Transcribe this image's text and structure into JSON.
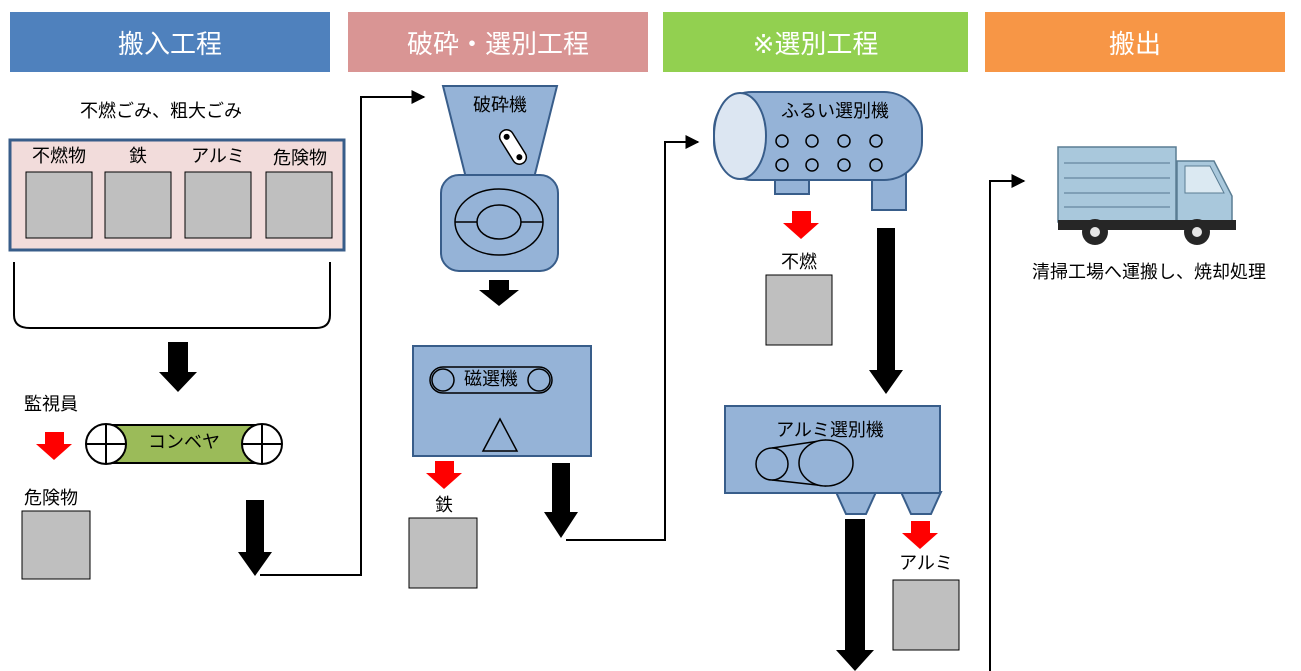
{
  "headers": [
    {
      "label": "搬入工程",
      "color": "#4f81bd"
    },
    {
      "label": "破砕・選別工程",
      "color": "#d99594"
    },
    {
      "label": "※選別工程",
      "color": "#92d050"
    },
    {
      "label": "搬出",
      "color": "#f79646"
    }
  ],
  "intake": {
    "caption": "不燃ごみ、粗大ごみ",
    "bins": [
      "不燃物",
      "鉄",
      "アルミ",
      "危険物"
    ],
    "inspector_label": "監視員",
    "conveyor_label": "コンベヤ",
    "hazard_label": "危険物"
  },
  "crushing": {
    "crusher_label": "破砕機",
    "magnet_label": "磁選機",
    "iron_label": "鉄"
  },
  "sorting": {
    "screen_label": "ふるい選別機",
    "nonburnable_label": "不燃",
    "aluminum_sorter_label": "アルミ選別機",
    "aluminum_label": "アルミ"
  },
  "shipping": {
    "caption": "清掃工場へ運搬し、焼却処理"
  },
  "colors": {
    "machine_fill": "#95b3d7",
    "outline": "#385d8a",
    "box_fill": "#bfbfbf",
    "panel_fill": "#f2dcdb",
    "conveyor_fill": "#9bbb59",
    "red_arrow": "#ff0000"
  }
}
